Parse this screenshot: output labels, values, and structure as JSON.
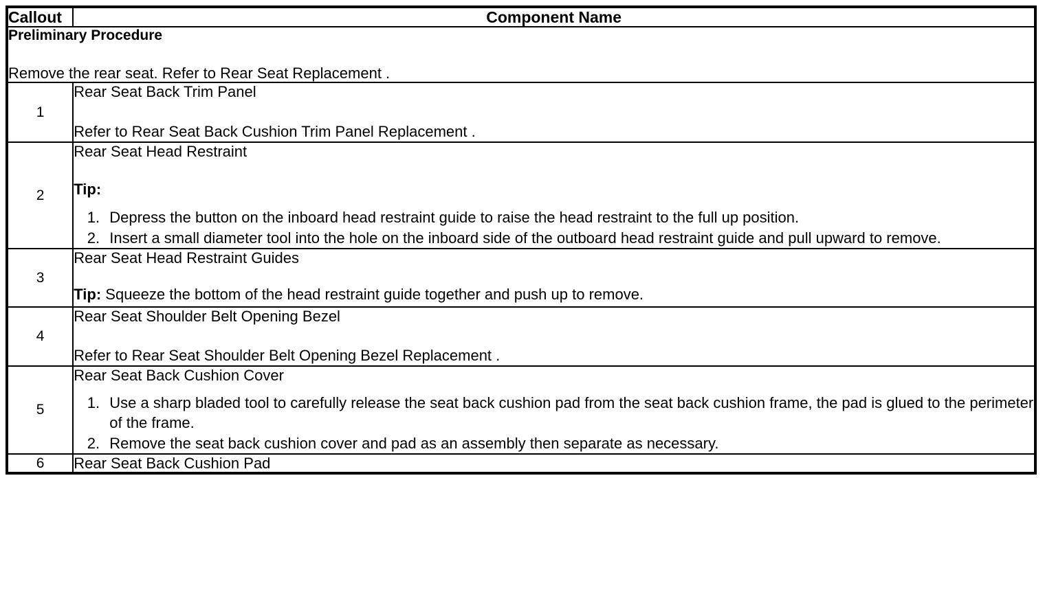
{
  "table": {
    "headers": {
      "callout": "Callout",
      "component_name": "Component Name"
    },
    "preliminary": {
      "title": "Preliminary Procedure",
      "text": "Remove the rear seat. Refer to Rear Seat Replacement ."
    },
    "rows": [
      {
        "callout": "1",
        "title": "Rear Seat Back Trim Panel",
        "refer": "Refer to Rear Seat Back Cushion Trim Panel Replacement ."
      },
      {
        "callout": "2",
        "title": "Rear Seat Head Restraint",
        "tip_label": "Tip:",
        "steps": [
          "Depress the button on the inboard head restraint guide to raise the head restraint to the full up position.",
          "Insert a small diameter tool into the hole on the inboard side of the outboard head restraint guide and pull upward to remove."
        ]
      },
      {
        "callout": "3",
        "title": "Rear Seat Head Restraint Guides",
        "tip_label": "Tip:",
        "tip_text": " Squeeze the bottom of the head restraint guide together and push up to remove."
      },
      {
        "callout": "4",
        "title": "Rear Seat Shoulder Belt Opening Bezel",
        "refer": "Refer to Rear Seat Shoulder Belt Opening Bezel Replacement ."
      },
      {
        "callout": "5",
        "title": "Rear Seat Back Cushion Cover",
        "steps": [
          "Use a sharp bladed tool to carefully release the seat back cushion pad from the seat back cushion frame, the pad is glued to the perimeter of the frame.",
          "Remove the seat back cushion cover and pad as an assembly then separate as necessary."
        ]
      },
      {
        "callout": "6",
        "title": "Rear Seat Back Cushion Pad"
      }
    ]
  }
}
